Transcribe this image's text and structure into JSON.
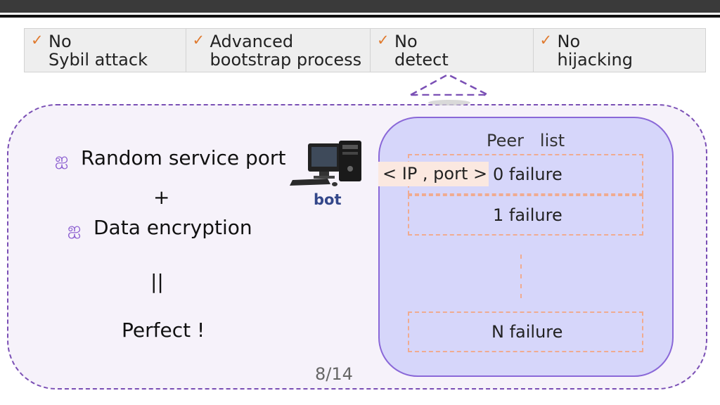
{
  "checks": [
    {
      "tick": "✓",
      "line1": "No",
      "line2": "Sybil attack"
    },
    {
      "tick": "✓",
      "line1": "Advanced",
      "line2": "bootstrap process"
    },
    {
      "tick": "✓",
      "line1": "No",
      "line2": "detect"
    },
    {
      "tick": "✓",
      "line1": "No",
      "line2": "hijacking"
    }
  ],
  "left": {
    "bullet_symbol": "ஐ",
    "item1": "Random service port",
    "plus": "+",
    "item2": "Data encryption",
    "equals": "||",
    "result": "Perfect !"
  },
  "bot": {
    "label": "bot",
    "icon": "computer-tower-icon"
  },
  "peer_list": {
    "title": "Peer   list",
    "ip_port": "< IP , port >",
    "slots": [
      "0 failure",
      "1 failure",
      "N failure"
    ]
  },
  "page_number": "8/14",
  "colors": {
    "accent": "#7a4fb5",
    "tick": "#e07a2e",
    "slot_border": "#f0ab90",
    "peer_bg": "#d6d6fa"
  }
}
